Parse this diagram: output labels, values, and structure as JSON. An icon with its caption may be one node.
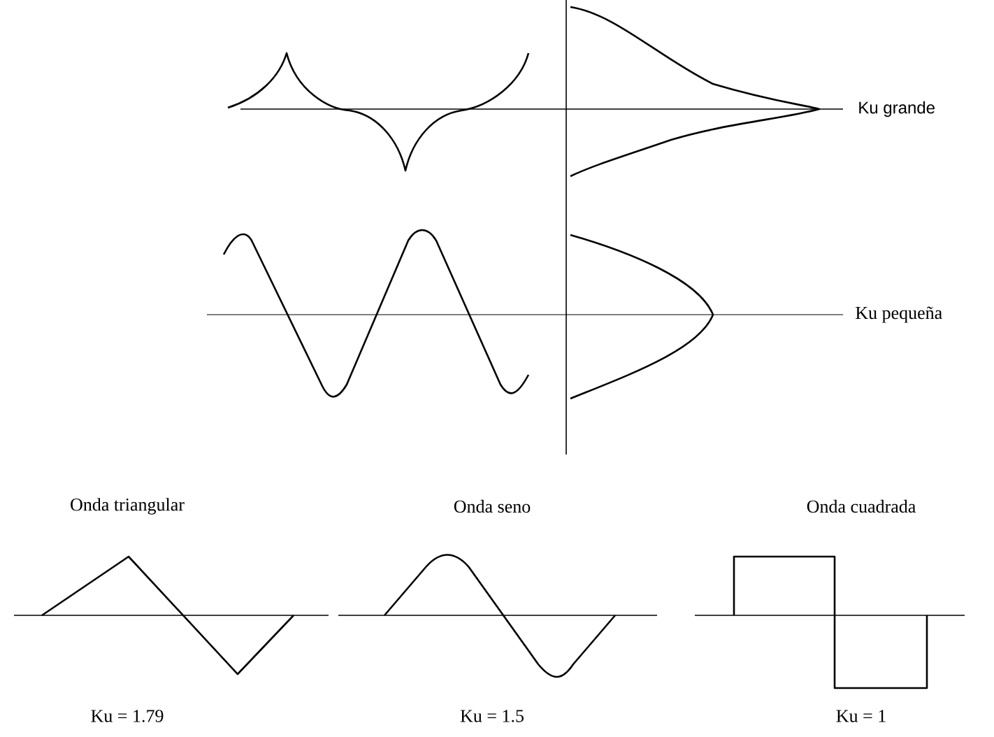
{
  "diagram": {
    "labels": [
      "Ku grande",
      "Ku pequeña",
      "Onda triangular",
      "Onda seno",
      "Onda cuadrada",
      "Ku = 1.79",
      "Ku = 1.5",
      "Ku = 1"
    ]
  }
}
